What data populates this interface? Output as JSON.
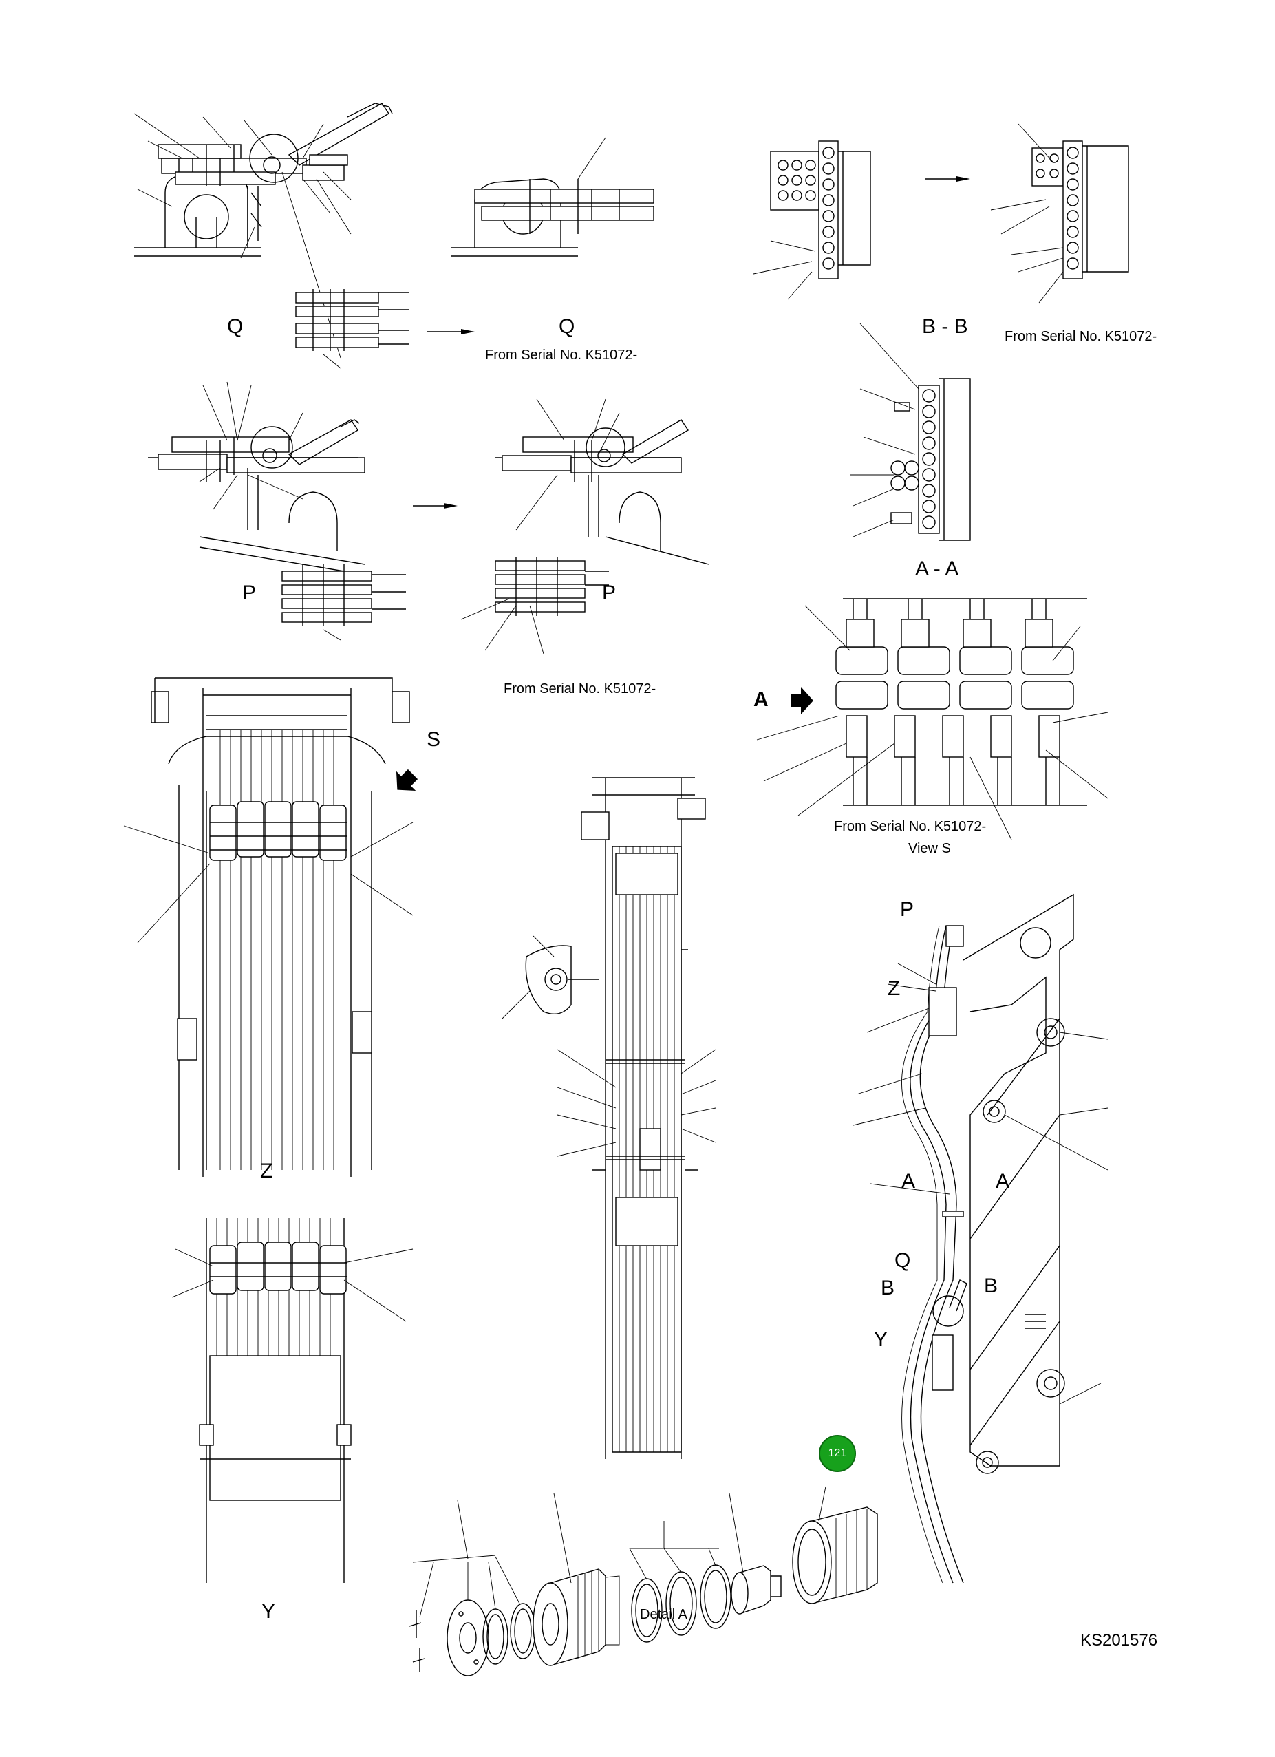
{
  "drawing": {
    "labels": {
      "q_left": "Q",
      "q_right": "Q",
      "q_serial": "From Serial No. K51072-",
      "bb": "B - B",
      "bb_serial": "From Serial No. K51072-",
      "p_left": "P",
      "p_right": "P",
      "p_serial": "From Serial No. K51072-",
      "aa": "A - A",
      "s_arrow": "S",
      "a_arrow": "A",
      "view_s_serial": "From Serial No. K51072-",
      "view_s": "View S",
      "z_view": "Z",
      "y_view": "Y",
      "boom_p": "P",
      "boom_z": "Z",
      "boom_a_left": "A",
      "boom_a_right": "A",
      "boom_q": "Q",
      "boom_b_left": "B",
      "boom_b_right": "B",
      "boom_y": "Y",
      "detail_a": "Detail A",
      "ref_code": "KS201576"
    },
    "badge": {
      "text": "121",
      "color": "#17a11c"
    }
  }
}
